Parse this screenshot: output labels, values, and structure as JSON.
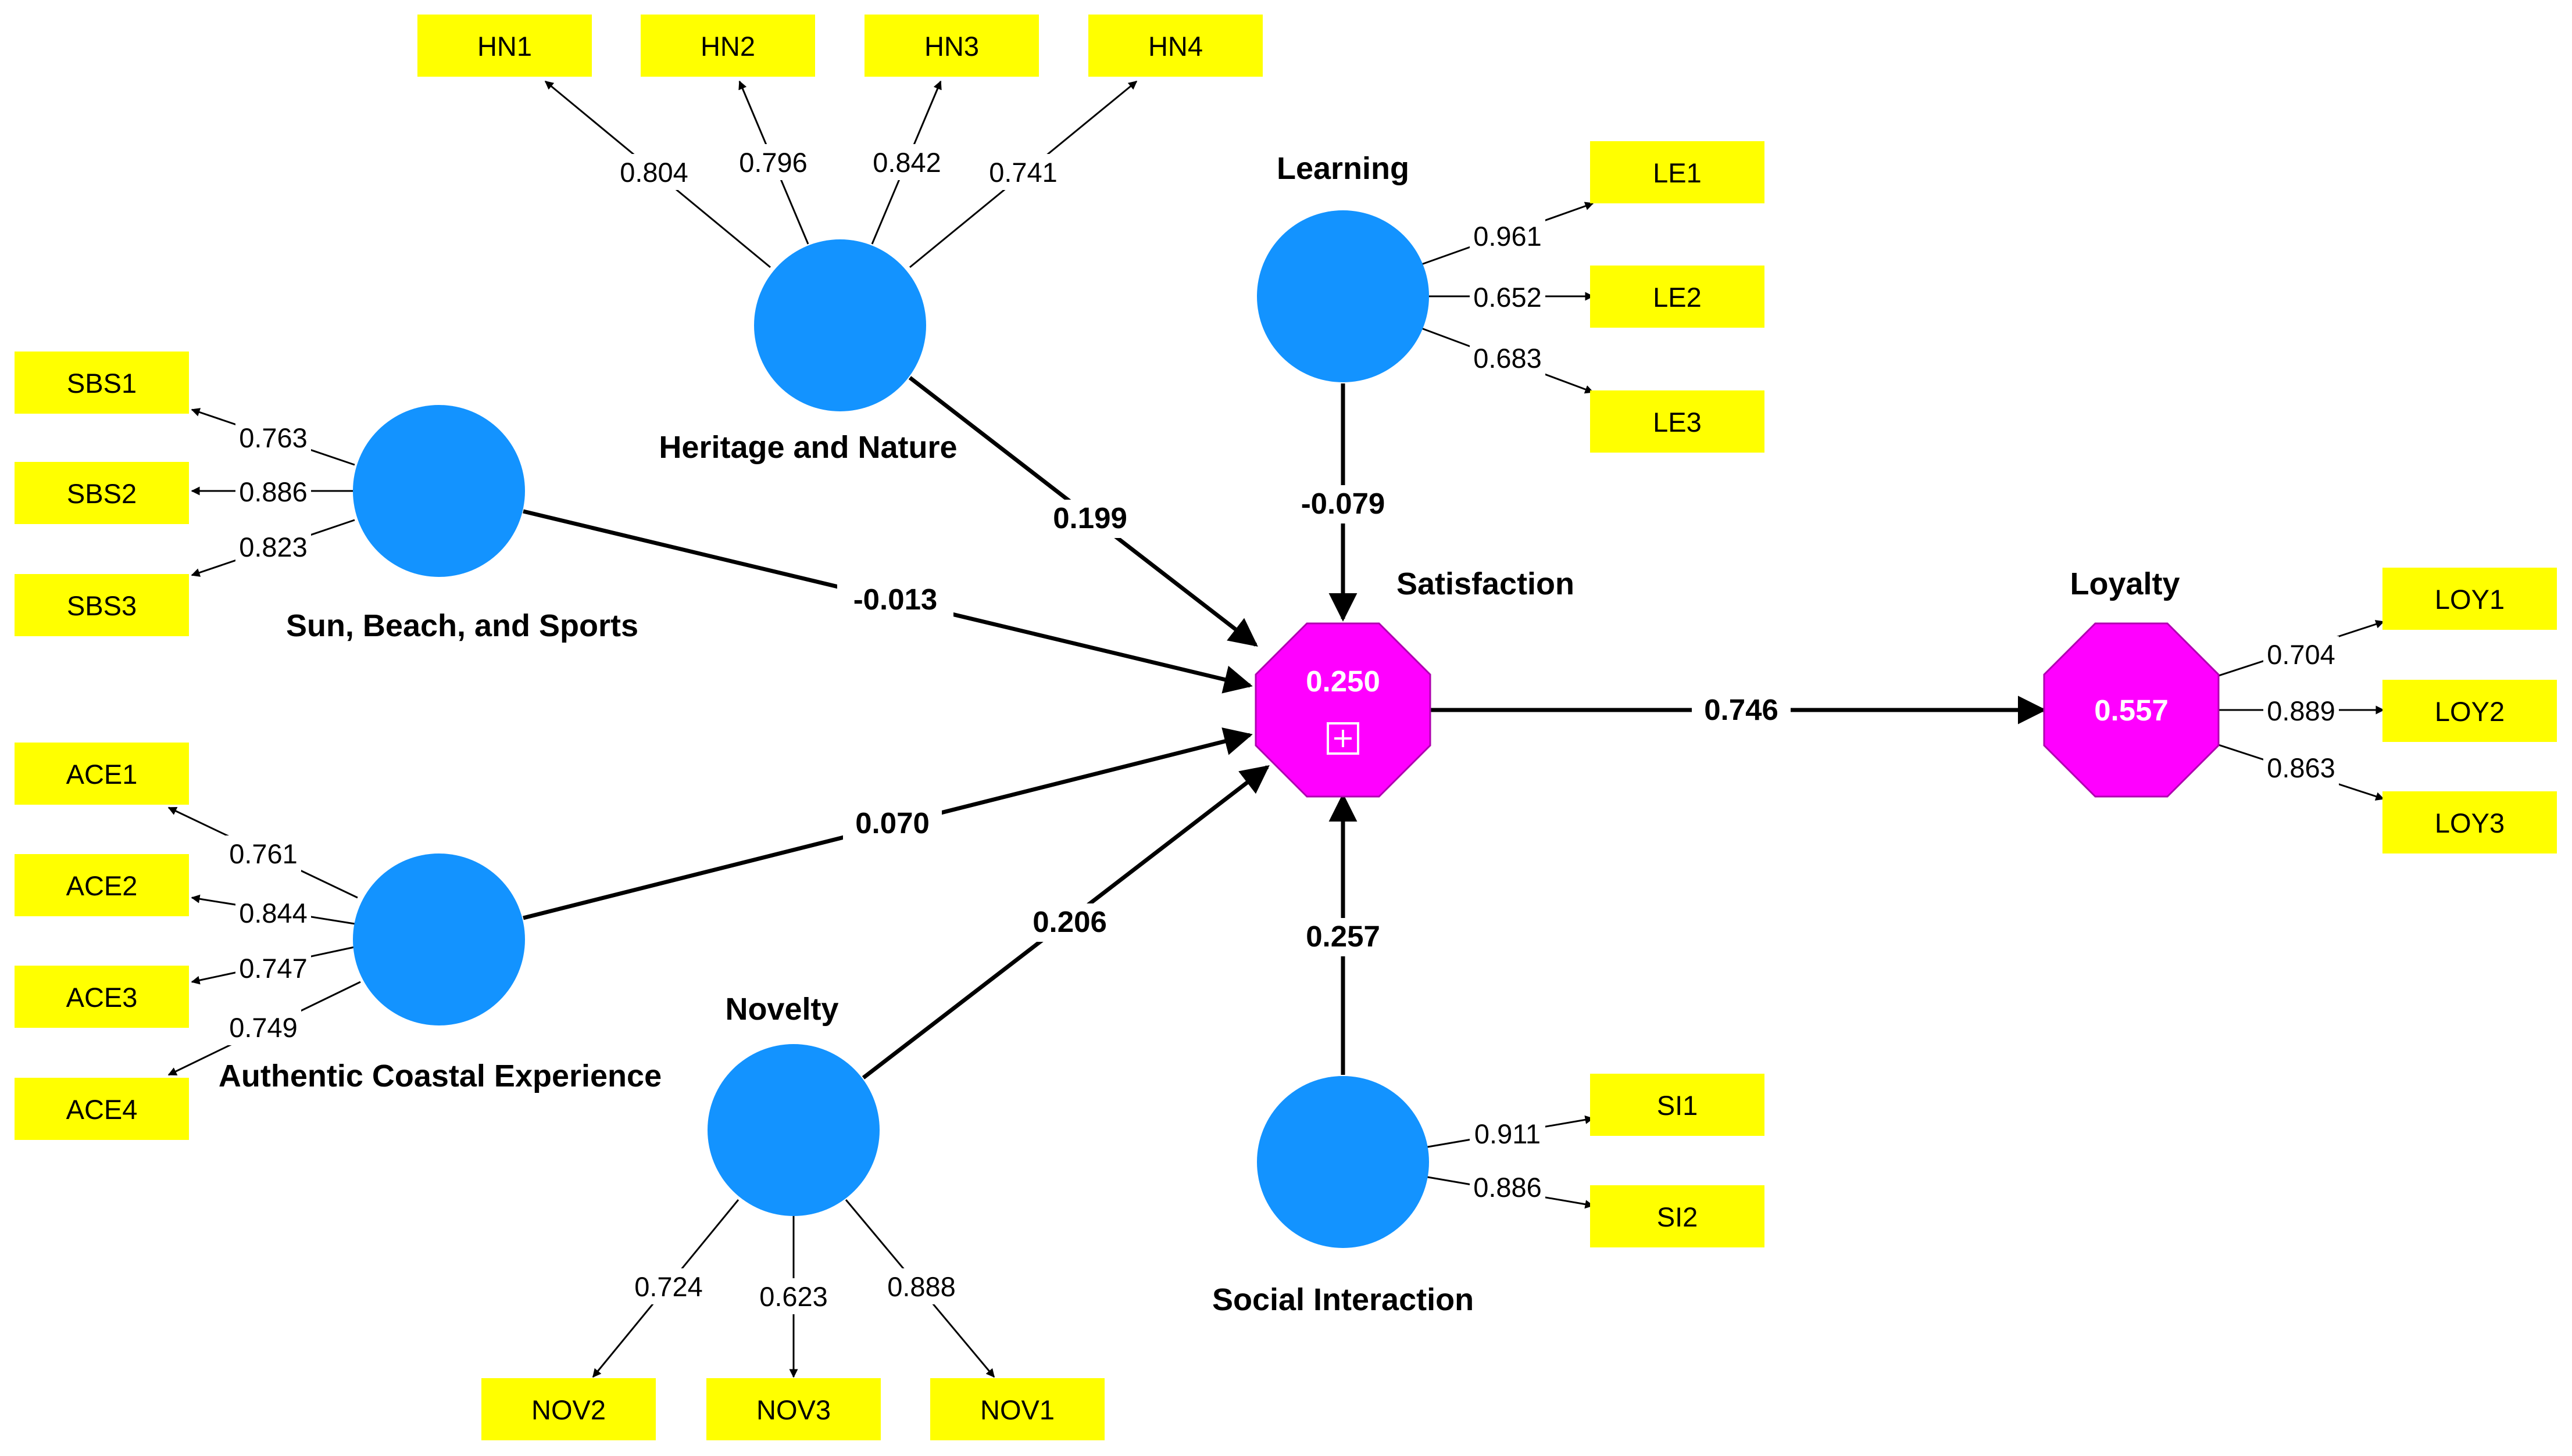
{
  "constructs": {
    "hn": {
      "name": "Heritage and Nature"
    },
    "sbs": {
      "name": "Sun, Beach, and Sports"
    },
    "ace": {
      "name": "Authentic Coastal Experience"
    },
    "nov": {
      "name": "Novelty"
    },
    "le": {
      "name": "Learning"
    },
    "si": {
      "name": "Social Interaction"
    },
    "sat": {
      "name": "Satisfaction",
      "r2": "0.250"
    },
    "loy": {
      "name": "Loyalty",
      "r2": "0.557"
    }
  },
  "indicators": {
    "HN1": "HN1",
    "HN2": "HN2",
    "HN3": "HN3",
    "HN4": "HN4",
    "SBS1": "SBS1",
    "SBS2": "SBS2",
    "SBS3": "SBS3",
    "ACE1": "ACE1",
    "ACE2": "ACE2",
    "ACE3": "ACE3",
    "ACE4": "ACE4",
    "NOV1": "NOV1",
    "NOV2": "NOV2",
    "NOV3": "NOV3",
    "LE1": "LE1",
    "LE2": "LE2",
    "LE3": "LE3",
    "SI1": "SI1",
    "SI2": "SI2",
    "LOY1": "LOY1",
    "LOY2": "LOY2",
    "LOY3": "LOY3"
  },
  "loadings": {
    "HN1": "0.804",
    "HN2": "0.796",
    "HN3": "0.842",
    "HN4": "0.741",
    "SBS1": "0.763",
    "SBS2": "0.886",
    "SBS3": "0.823",
    "ACE1": "0.761",
    "ACE2": "0.844",
    "ACE3": "0.747",
    "ACE4": "0.749",
    "NOV2": "0.724",
    "NOV3": "0.623",
    "NOV1": "0.888",
    "LE1": "0.961",
    "LE2": "0.652",
    "LE3": "0.683",
    "SI1": "0.911",
    "SI2": "0.886",
    "LOY1": "0.704",
    "LOY2": "0.889",
    "LOY3": "0.863"
  },
  "paths": {
    "hn_sat": "0.199",
    "sbs_sat": "-0.013",
    "ace_sat": "0.070",
    "nov_sat": "0.206",
    "le_sat": "-0.079",
    "si_sat": "0.257",
    "sat_loy": "0.746"
  },
  "colors": {
    "indicator_fill": "#ffff00",
    "exogenous_fill": "#1393ff",
    "endogenous_fill": "#ff00ff"
  },
  "icons": {
    "expand": "plus-square-icon"
  }
}
